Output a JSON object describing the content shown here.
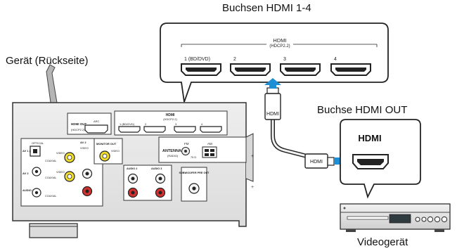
{
  "labels": {
    "device": "Gerät (Rückseite)",
    "hdmi_inputs": "Buchsen HDMI 1-4",
    "hdmi_out_jack": "Buchse HDMI OUT",
    "video_device": "Videogerät"
  },
  "zoom_panel": {
    "title": "HDMI",
    "subtitle": "(HDCP2.2)",
    "ports": [
      "1 (BD/DVD)",
      "2",
      "3",
      "4"
    ]
  },
  "receiver_panel": {
    "hdmi_title": "HDMI",
    "hdmi_subtitle": "(HDCP2.2)",
    "hdmi_ports": [
      "1 (BD/DVD)",
      "2",
      "3",
      "4"
    ],
    "hdmi_out": "HDMI OUT",
    "hdmi_out_sub": "(HDCP2.2)",
    "arc": "ARC",
    "optical": "OPTICAL",
    "av1": "AV 1 (TV)",
    "av2": "AV 2",
    "audio1": "AUDIO 1",
    "coaxial": "COAXIAL",
    "video": "VIDEO",
    "monitor_out": "MONITOR OUT",
    "antenna": "ANTENNA",
    "radio": "(RADIO)",
    "fm": "FM",
    "am": "AM",
    "ohm": "75 Ω",
    "audio2": "AUDIO 2",
    "audio3": "AUDIO 3",
    "subwoofer": "SUBWOOFER PRE OUT"
  },
  "cable": {
    "plug_label": "HDMI"
  },
  "target": {
    "label": "HDMI"
  },
  "colors": {
    "arrow": "#1e8fd5",
    "panel_fill": "#e6e6e6",
    "panel_stroke": "#333333",
    "rca_yellow": "#f2df2c",
    "rca_red": "#d33030",
    "rca_white": "#f4f4f4"
  }
}
